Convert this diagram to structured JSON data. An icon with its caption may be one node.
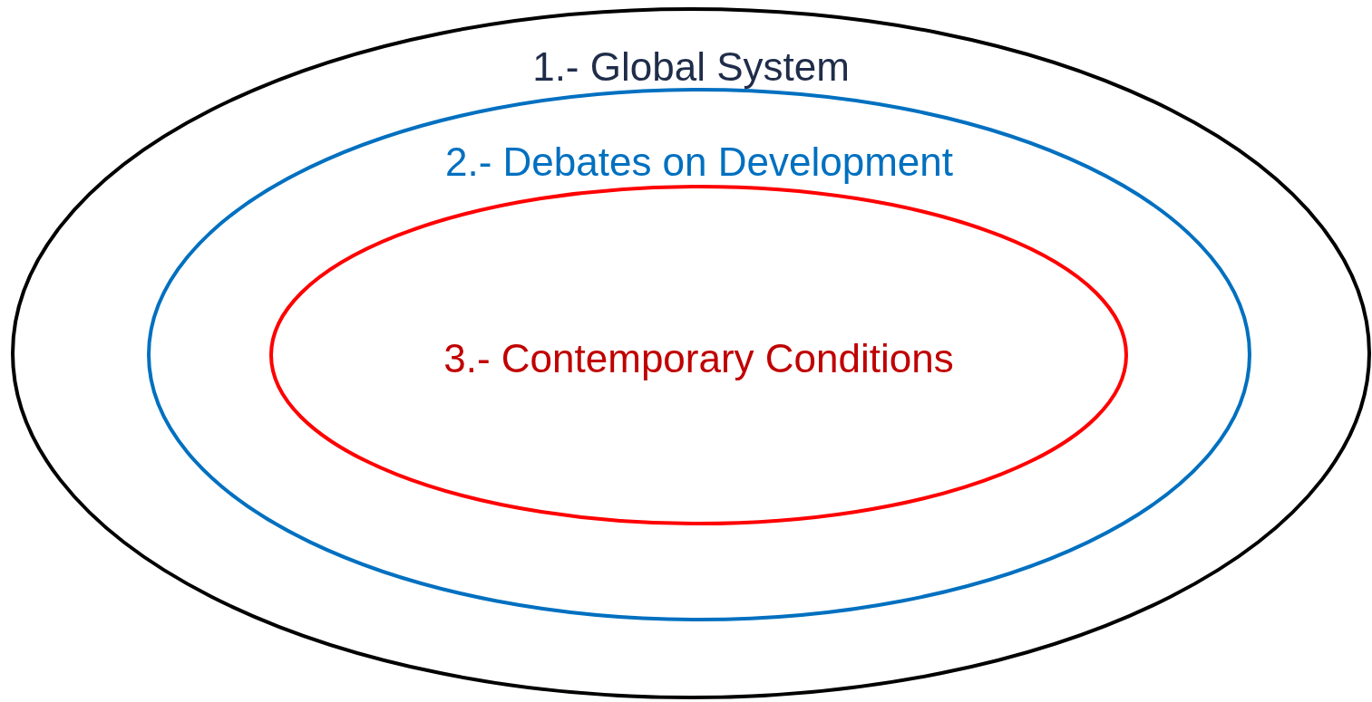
{
  "diagram": {
    "nodes": [
      {
        "text": [
          "1.- Global System"
        ]
      },
      {
        "text": [
          "2.- Debates on Development"
        ],
        "in": 0
      },
      {
        "text": [
          "3.- Contemporary Conditions"
        ],
        "in": 1
      }
    ]
  }
}
